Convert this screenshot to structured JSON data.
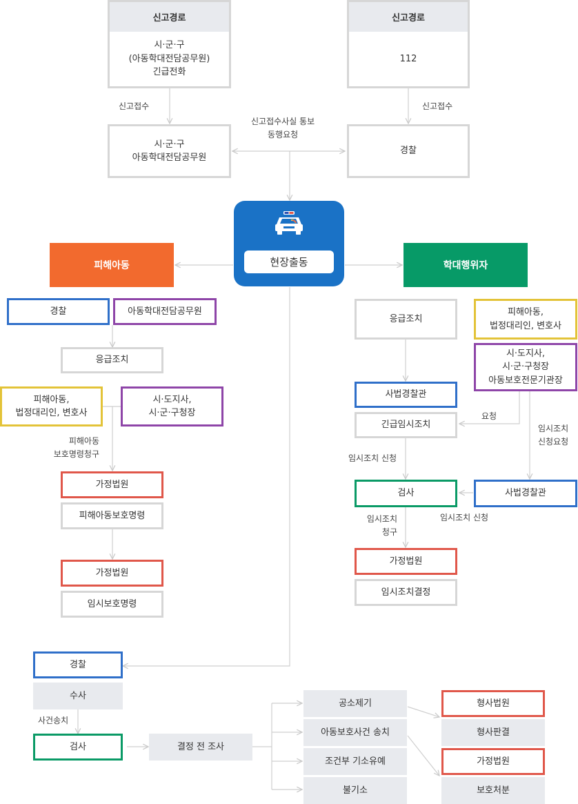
{
  "report_left": {
    "title": "신고경로",
    "body": "시·군·구\n(아동학대전담공무원)\n긴급전화"
  },
  "report_right": {
    "title": "신고경로",
    "body": "112"
  },
  "accept_left": "신고접수",
  "accept_right": "신고접수",
  "receive_left": "시·군·구\n아동학대전담공무원",
  "receive_right": "경찰",
  "notify_label": "신고접수사실 통보\n동행요청",
  "hub_label": "현장출동",
  "victim_header": "피해아동",
  "abuser_header": "학대행위자",
  "colors": {
    "hub": "#1a72c6",
    "victim": "#f26a2e",
    "abuser": "#079a67"
  },
  "victim": {
    "police": "경찰",
    "officer": "아동학대전담공무원",
    "emergency": "응급조치",
    "guardian": "피해아동,\n법정대리인, 변호사",
    "mayor": "시·도지사,\n시·군·구청장",
    "request_label": "피해아동\n보호명령청구",
    "court1": "가정법원",
    "order1": "피해아동보호명령",
    "court2": "가정법원",
    "order2": "임시보호명령"
  },
  "abuser": {
    "emergency": "응급조치",
    "guardian": "피해아동,\n법정대리인, 변호사",
    "mayor": "시·도지사,\n시·군·구청장\n아동보호전문기관장",
    "judicial": "사법경찰관",
    "temp_measure": "긴급임시조치",
    "request_label": "요청",
    "temp_apply_label": "임시조치\n신청요청",
    "apply_label": "임시조치 신청",
    "prosecutor": "검사",
    "judicial2": "사법경찰관",
    "claim_label": "임시조치\n청구",
    "apply_label2": "임시조치 신청",
    "court": "가정법원",
    "decision": "임시조치결정"
  },
  "bottom": {
    "police": "경찰",
    "investigation": "수사",
    "transfer_label": "사건송치",
    "prosecutor": "검사",
    "pre_review": "결정 전 조사",
    "indict": "공소제기",
    "protect_case": "아동보호사건 송치",
    "suspend": "조건부 기소유예",
    "no_indict": "불기소",
    "criminal_court": "형사법원",
    "criminal_judgment": "형사판결",
    "family_court": "가정법원",
    "protect_disposition": "보호처분"
  }
}
